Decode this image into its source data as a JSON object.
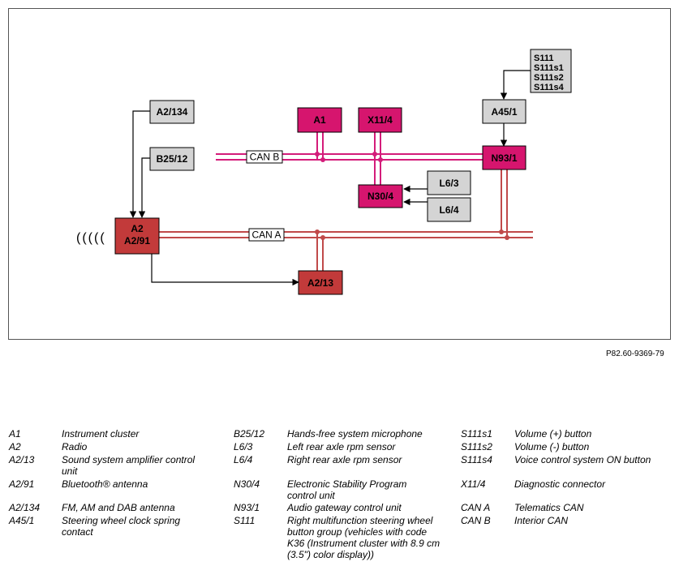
{
  "diagram": {
    "components": {
      "a1": "A1",
      "x11_4": "X11/4",
      "a2_134": "A2/134",
      "b25_12": "B25/12",
      "n93_1": "N93/1",
      "n30_4": "N30/4",
      "l6_3": "L6/3",
      "l6_4": "L6/4",
      "a45_1": "A45/1",
      "s111_group": [
        "S111",
        "S111s1",
        "S111s2",
        "S111s4"
      ],
      "a2_a2_91": [
        "A2",
        "A2/91"
      ],
      "a2_13": "A2/13"
    },
    "buses": {
      "can_b": "CAN B",
      "can_a": "CAN A"
    },
    "antenna_symbol": "(((((",
    "colors": {
      "can_b_line": "#d41c7a",
      "can_a_line": "#c04a4a",
      "magenta_box": "#d6156e",
      "red_box": "#c23a3a",
      "grey_box": "#d4d4d4"
    }
  },
  "reference": "P82.60-9369-79",
  "legend": [
    {
      "code": "A1",
      "desc": "Instrument cluster"
    },
    {
      "code": "A2",
      "desc": "Radio"
    },
    {
      "code": "A2/13",
      "desc": "Sound system amplifier control unit"
    },
    {
      "code": "A2/91",
      "desc": "Bluetooth® antenna"
    },
    {
      "code": "A2/134",
      "desc": "FM, AM and DAB antenna"
    },
    {
      "code": "A45/1",
      "desc": "Steering wheel clock spring contact"
    },
    {
      "code": "B25/12",
      "desc": "Hands-free system microphone"
    },
    {
      "code": "L6/3",
      "desc": "Left rear axle rpm sensor"
    },
    {
      "code": "L6/4",
      "desc": "Right rear axle rpm sensor"
    },
    {
      "code": "N30/4",
      "desc": "Electronic Stability Program control unit"
    },
    {
      "code": "N93/1",
      "desc": "Audio gateway control unit"
    },
    {
      "code": "S111",
      "desc": "Right multifunction steering wheel button group (vehicles with code K36 (Instrument cluster with 8.9 cm (3.5\") color display))"
    },
    {
      "code": "S111s1",
      "desc": "Volume (+) button"
    },
    {
      "code": "S111s2",
      "desc": "Volume (-) button"
    },
    {
      "code": "S111s4",
      "desc": "Voice control system ON button"
    },
    {
      "code": "X11/4",
      "desc": "Diagnostic connector"
    },
    {
      "code": "CAN A",
      "desc": "Telematics CAN"
    },
    {
      "code": "CAN B",
      "desc": "Interior CAN"
    }
  ]
}
